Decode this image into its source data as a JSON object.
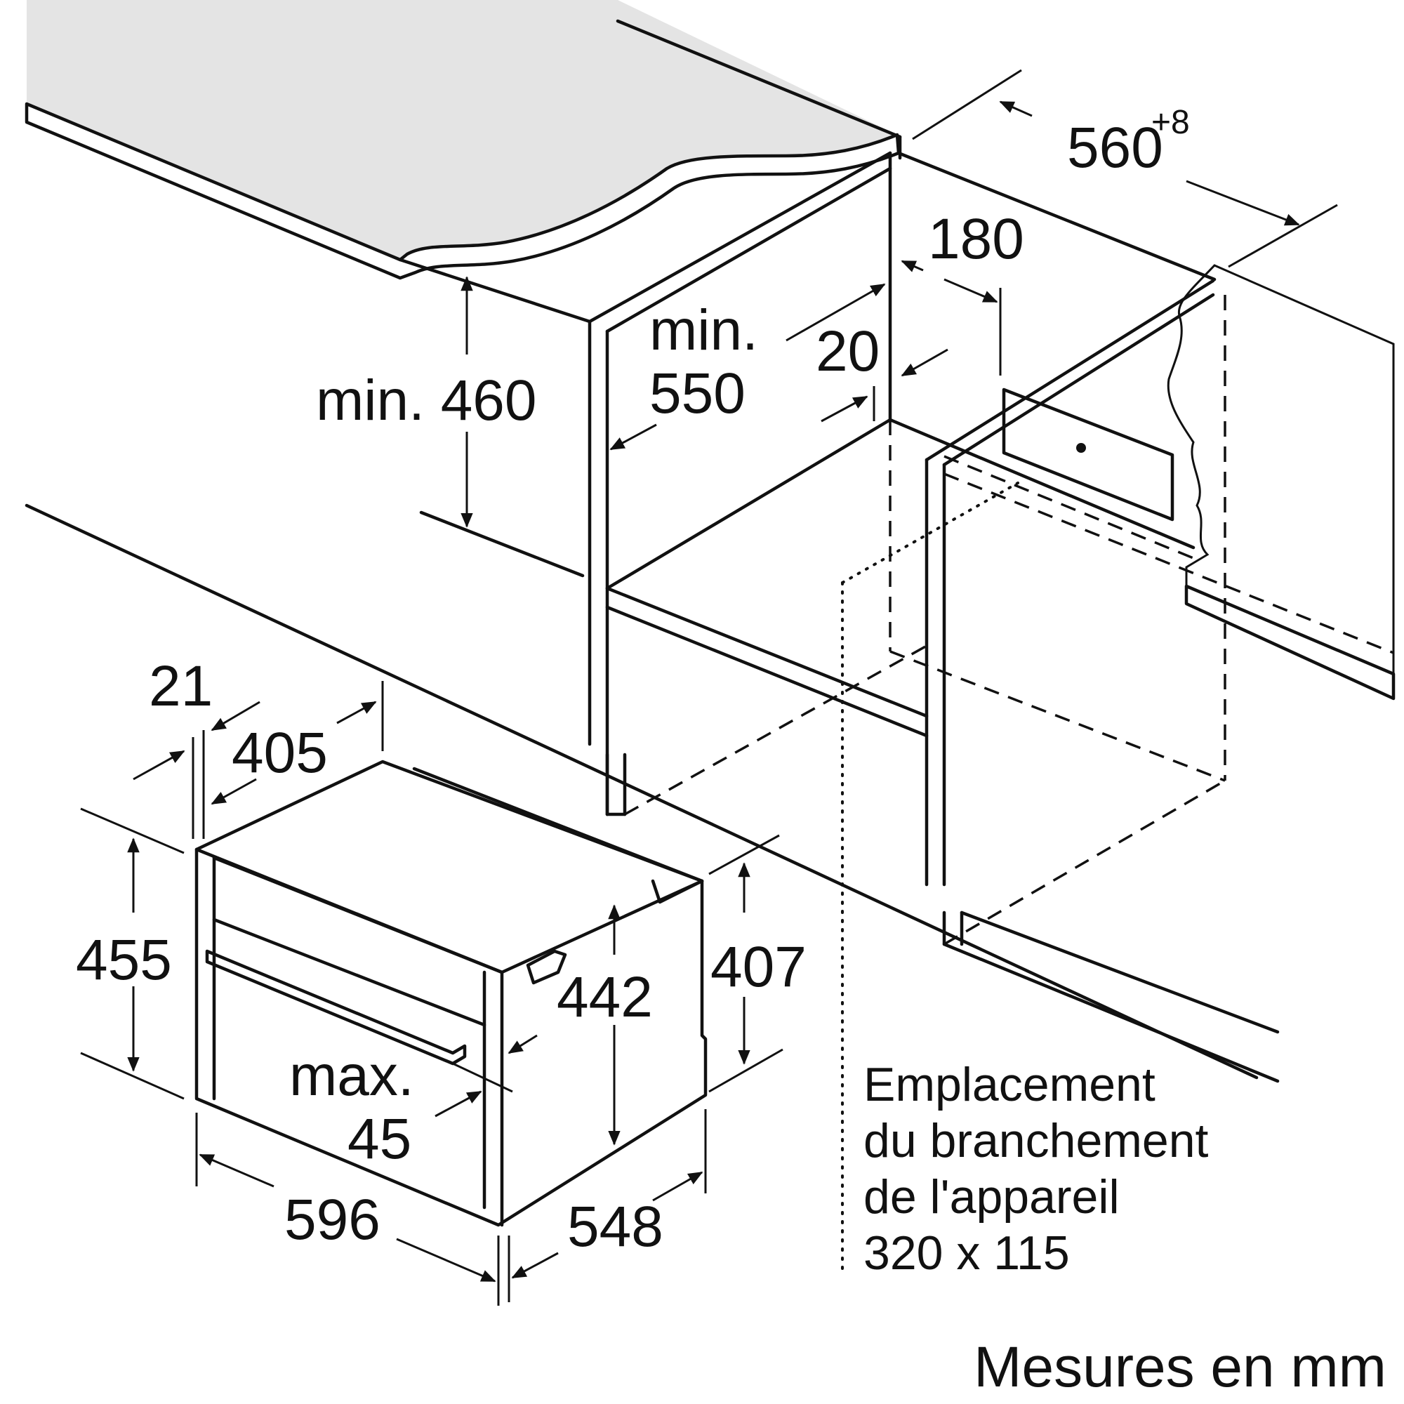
{
  "diagram": {
    "colors": {
      "line": "#111111",
      "countertop_fill": "#e4e4e4",
      "edge_fill": "#c8c8c8",
      "background": "#ffffff"
    },
    "cabinet_dimensions": {
      "width": "560",
      "width_tolerance": "+8",
      "rear_gap": "180",
      "side_offset": "20",
      "min_depth_prefix": "min.",
      "min_depth": "550",
      "min_height": "min. 460"
    },
    "appliance_dimensions": {
      "front_overhang": "21",
      "top_depth": "405",
      "height_total": "455",
      "body_height": "407",
      "inner_height": "442",
      "max_prefix": "max.",
      "max_offset": "45",
      "width": "596",
      "depth": "548"
    },
    "connection_note": {
      "line1": "Emplacement",
      "line2": "du branchement",
      "line3": "de l'appareil",
      "line4": "320 x 115"
    },
    "units_note": "Mesures en mm"
  }
}
